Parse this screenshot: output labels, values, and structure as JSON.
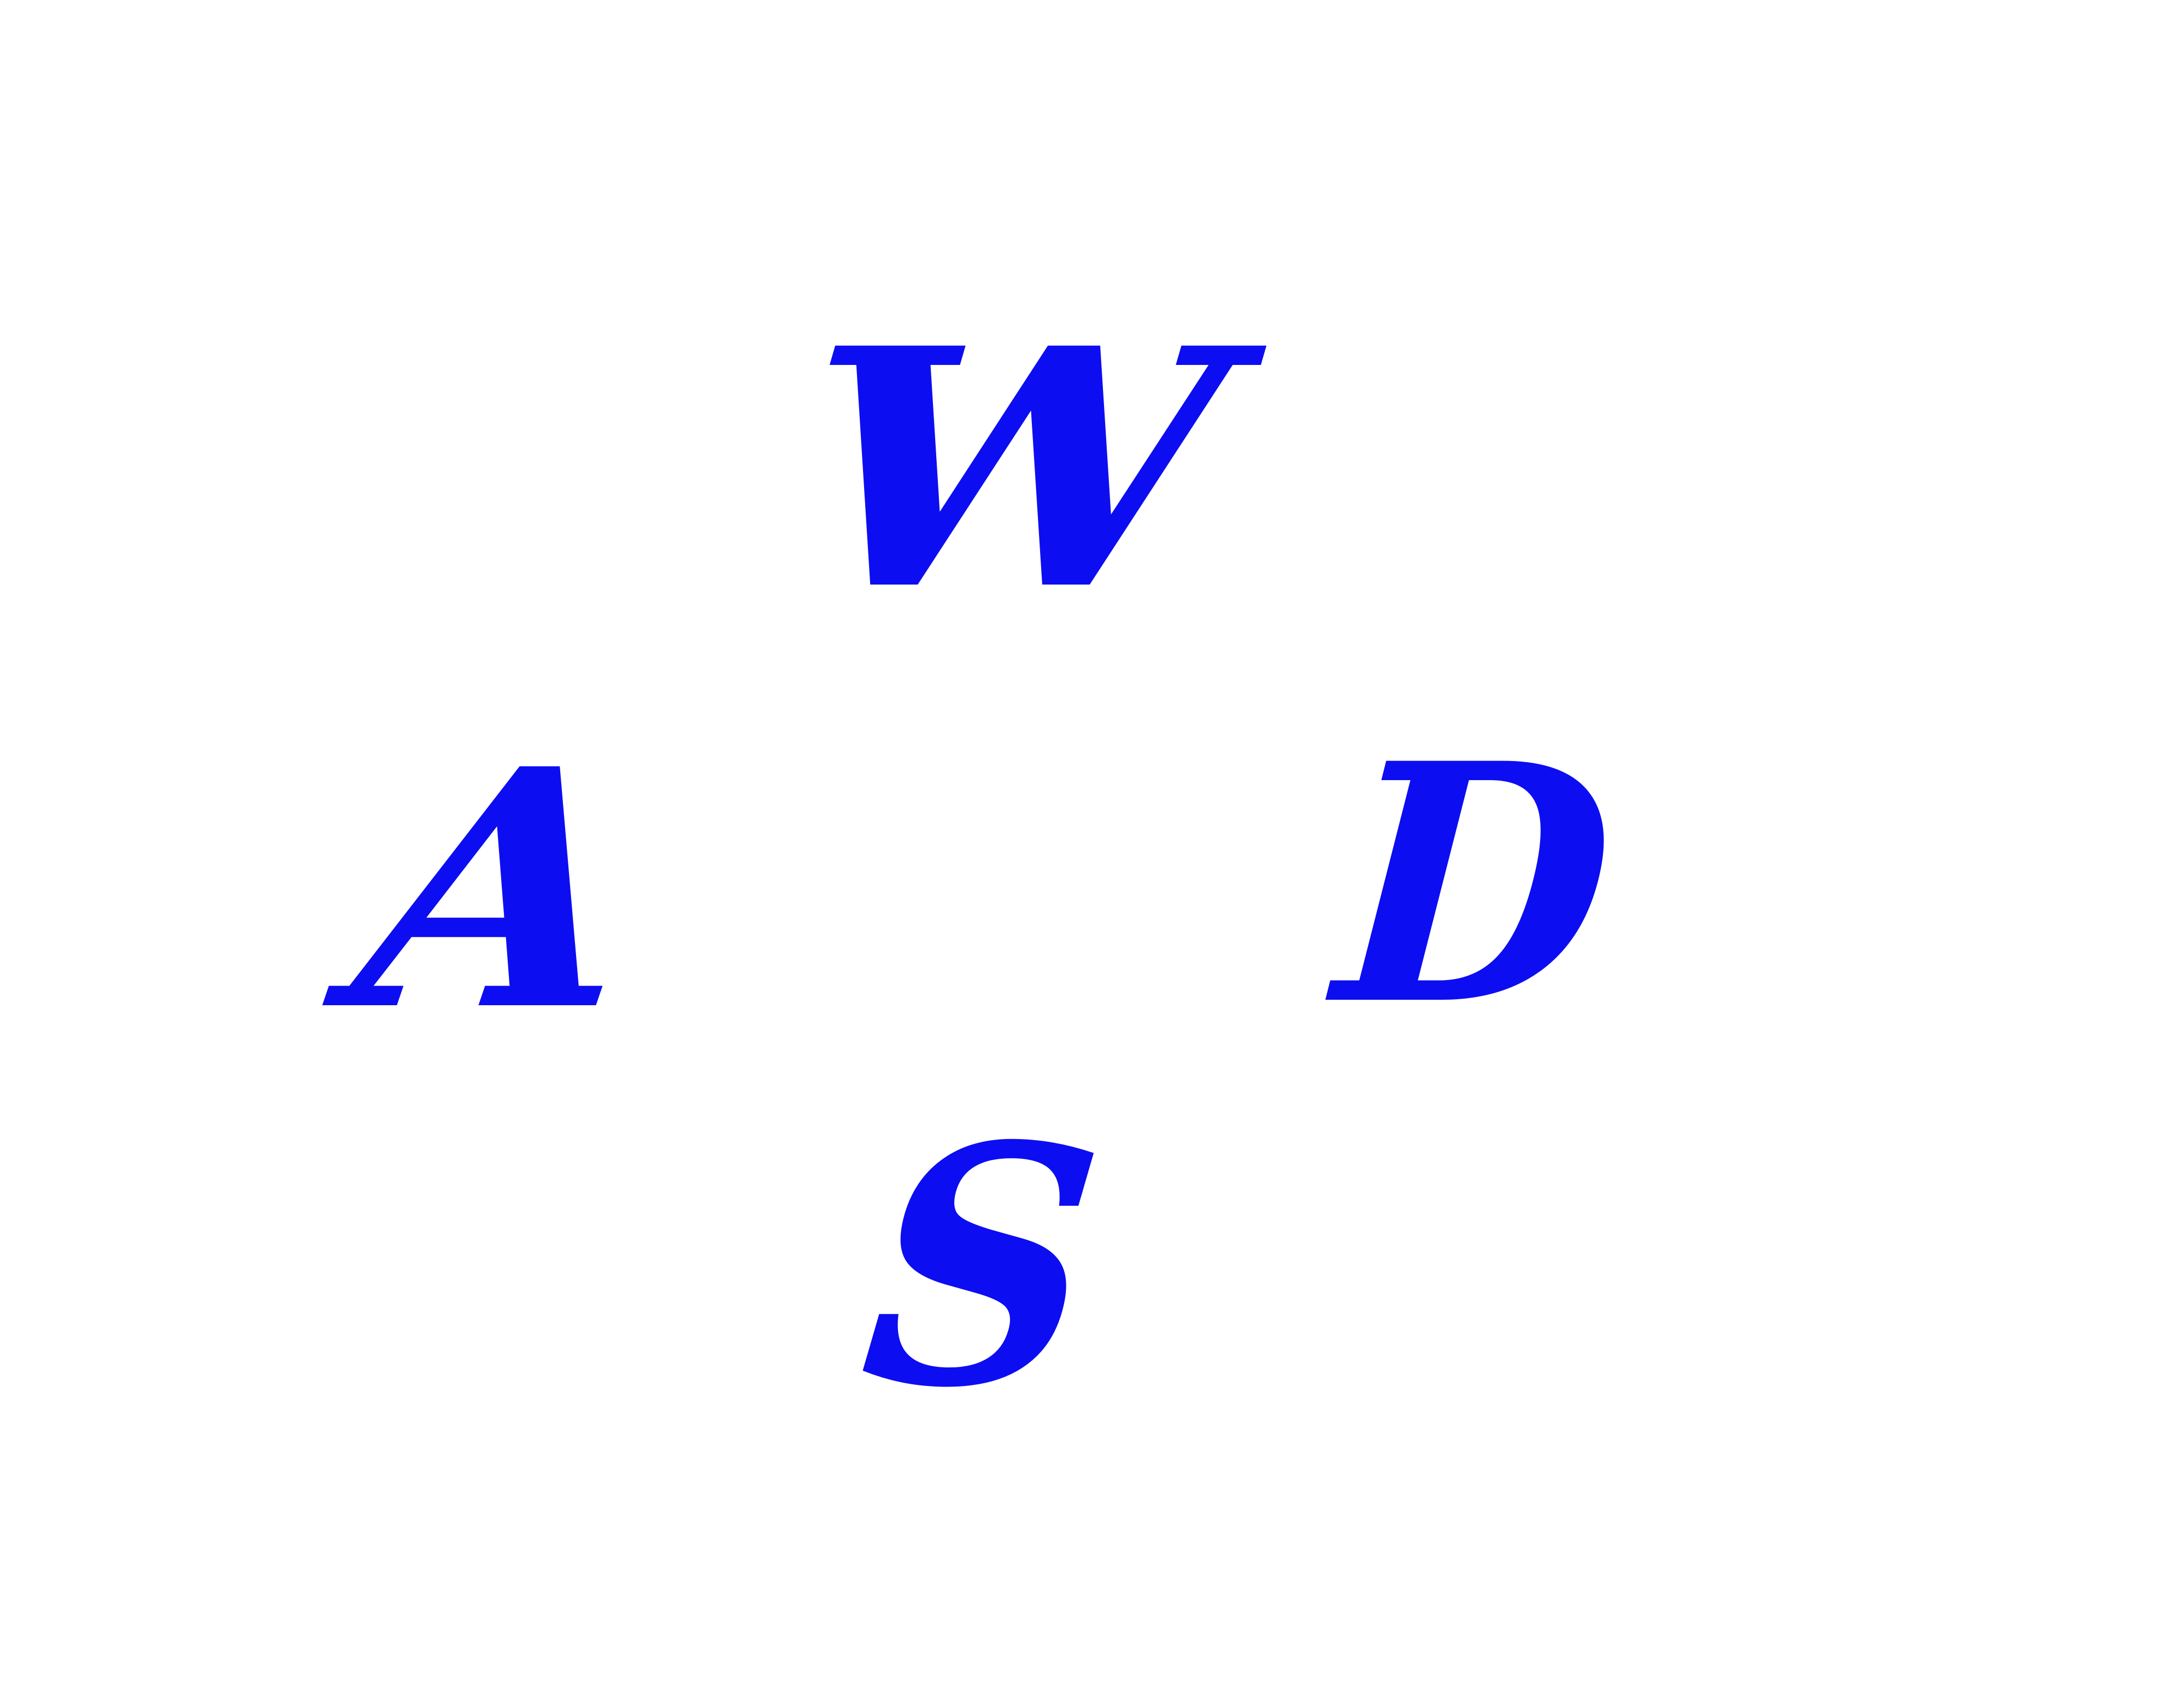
{
  "keys": {
    "up": "W",
    "left": "A",
    "right": "D",
    "down": "S"
  },
  "colors": {
    "letter": "#0d0df2",
    "background": "#ffffff"
  }
}
